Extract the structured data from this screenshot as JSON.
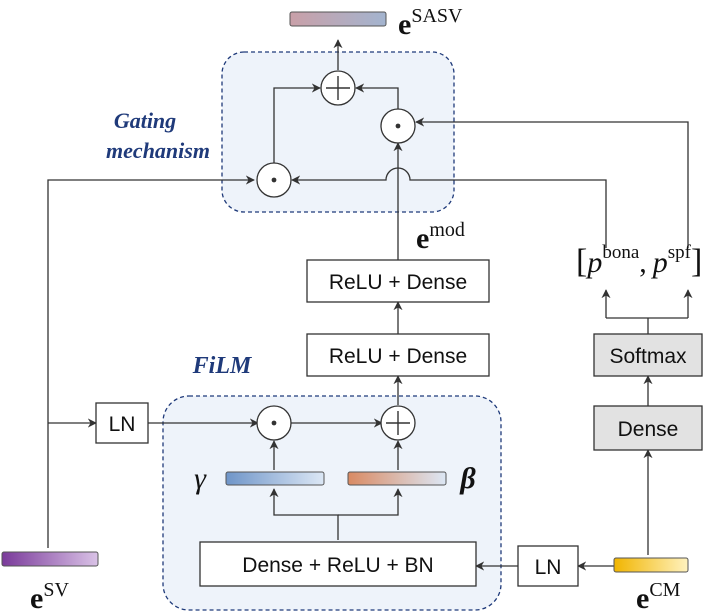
{
  "colors": {
    "group_fill": "#eef3fa",
    "group_border": "#1f3a7a",
    "group_label": "#1f3a7a",
    "box_gray": "#e2e2e2",
    "esasv_bar": [
      "#c9a0a8",
      "#a3b4cf"
    ],
    "esv_bar": [
      "#7a3a9a",
      "#d9c2e6"
    ],
    "ecm_bar": [
      "#f1b500",
      "#fff2bf"
    ],
    "gamma_bar": [
      "#6f95c8",
      "#dce7f5"
    ],
    "beta_bar": [
      "#d98a63",
      "#dce7f5"
    ]
  },
  "groups": {
    "gating": {
      "label_line1": "Gating",
      "label_line2": "mechanism"
    },
    "film": {
      "label": "FiLM"
    }
  },
  "blocks": {
    "relu_dense_top": "ReLU + Dense",
    "relu_dense_bottom": "ReLU + Dense",
    "ln_left": "LN",
    "ln_right": "LN",
    "dense_relu_bn": "Dense + ReLU + BN",
    "softmax": "Softmax",
    "dense": "Dense"
  },
  "operators": {
    "add": "+",
    "mul": "·"
  },
  "embeddings": {
    "sasv": {
      "base": "e",
      "sup": "SASV"
    },
    "sv": {
      "base": "e",
      "sup": "SV"
    },
    "cm": {
      "base": "e",
      "sup": "CM"
    },
    "mod": {
      "base": "e",
      "sup": "mod"
    }
  },
  "film_params": {
    "gamma": "γ",
    "beta": "β"
  },
  "probabilities": {
    "open": "[",
    "p1": "p",
    "p1_sup": "bona",
    "comma": ",",
    "p2": "p",
    "p2_sup": "spf",
    "close": "]"
  }
}
